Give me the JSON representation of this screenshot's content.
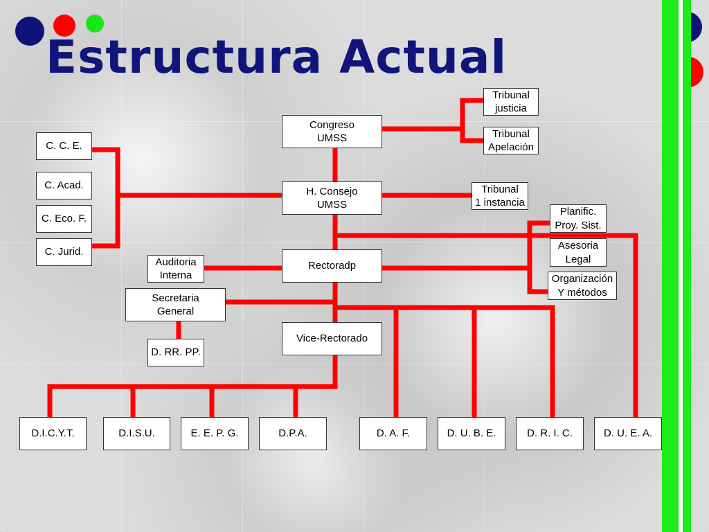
{
  "title": "Estructura Actual",
  "colors": {
    "title": "#11157a",
    "connector": "#ff0000",
    "bar": "#1aed1a",
    "dot_blue": "#0f1278",
    "dot_red": "#ff0000",
    "dot_green": "#19e619"
  },
  "nodes": {
    "tribunal_justicia": "Tribunal\njusticia",
    "tribunal_apelacion": "Tribunal\nApelación",
    "congreso": "Congreso\nUMSS",
    "cce": "C. C. E.",
    "cacad": "C. Acad.",
    "ceco": "C. Eco. F.",
    "cjurid": "C. Jurid.",
    "hconsejo": "H. Consejo\nUMSS",
    "tribunal_instancia": "Tribunal\n1 instancia",
    "planific": "Planific.\nProy. Sist.",
    "asesoria": "Asesoria\nLegal",
    "organizacion": "Organización\nY métodos",
    "auditoria": "Auditoria\nInterna",
    "rectorado": "Rectoradp",
    "secretaria": "Secretaria\nGeneral",
    "vicerrectorado": "Vice-Rectorado",
    "drrpp": "D. RR. PP.",
    "dicyt": "D.I.C.Y.T.",
    "disu": "D.I.S.U.",
    "eepg": "E. E. P. G.",
    "dpa": "D.P.A.",
    "daf": "D. A. F.",
    "dube": "D. U. B. E.",
    "dric": "D. R. I. C.",
    "duea": "D. U. E. A."
  }
}
